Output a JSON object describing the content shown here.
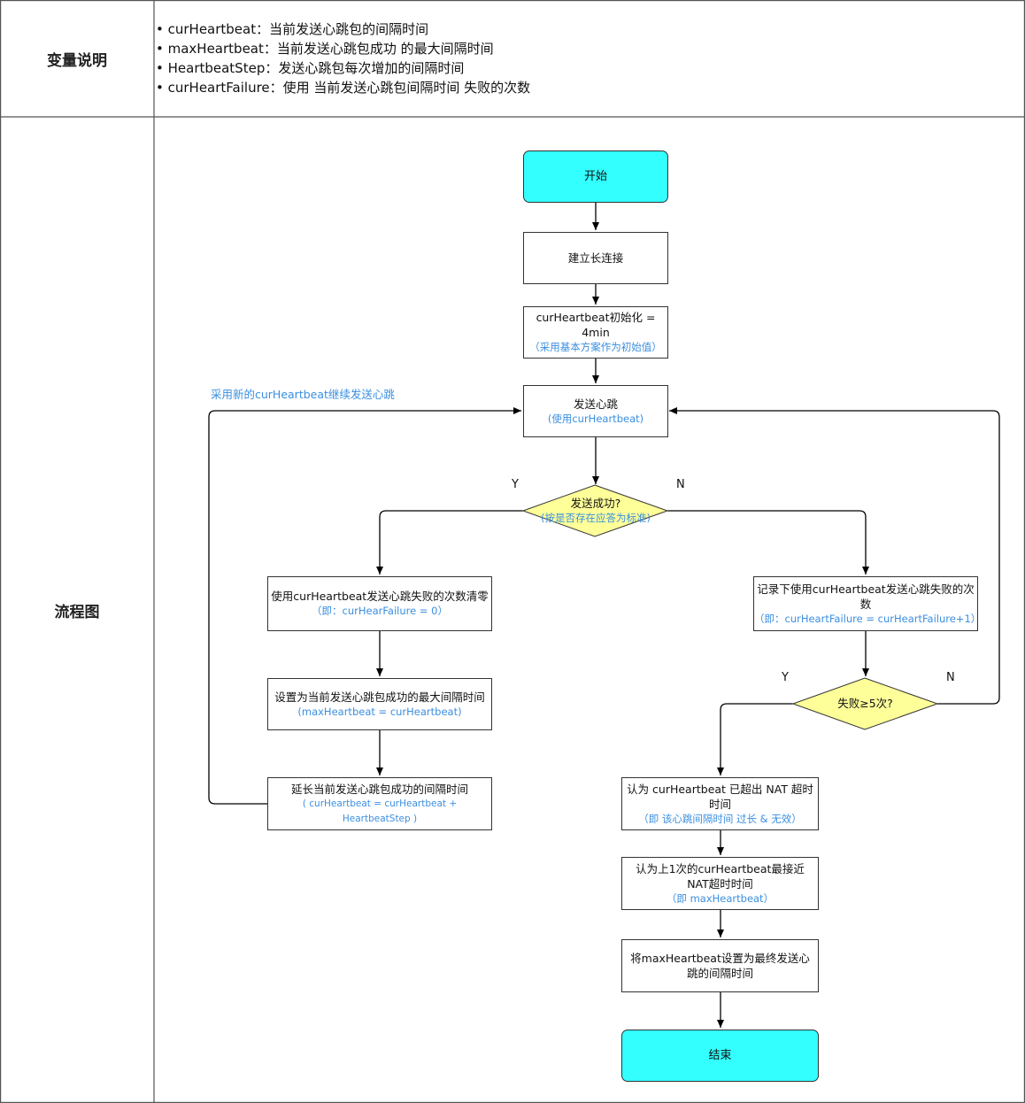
{
  "sections": {
    "variables_label": "变量说明",
    "flowchart_label": "流程图"
  },
  "variables": [
    "• curHeartbeat：当前发送心跳包的间隔时间",
    "• maxHeartbeat：当前发送心跳包成功 的最大间隔时间",
    "• HeartbeatStep：发送心跳包每次增加的间隔时间",
    "• curHeartFailure：使用 当前发送心跳包间隔时间 失败的次数"
  ],
  "nodes": {
    "start": "开始",
    "connect": "建立长连接",
    "init": {
      "main": "curHeartbeat初始化 = 4min",
      "note": "（采用基本方案作为初始值）"
    },
    "send": {
      "main": "发送心跳",
      "note": "(使用curHeartbeat)"
    },
    "decision_success": {
      "main": "发送成功?",
      "note": "(按是否存在应答为标准)"
    },
    "reset_fail": {
      "main": "使用curHeartbeat发送心跳失败的次数清零",
      "note": "（即：curHearFailure = 0）"
    },
    "set_max": {
      "main": "设置为当前发送心跳包成功的最大间隔时间",
      "note": "(maxHeartbeat = curHeartbeat)"
    },
    "extend": {
      "main": "延长当前发送心跳包成功的间隔时间",
      "note": "( curHeartbeat = curHeartbeat + HeartbeatStep )"
    },
    "record_fail": {
      "main": "记录下使用curHeartbeat发送心跳失败的次数",
      "note": "（即：curHeartFailure = curHeartFailure+1）"
    },
    "decision_fail": {
      "main": "失败≥5次?"
    },
    "exceed_nat": {
      "main": "认为 curHeartbeat 已超出 NAT 超时时间",
      "note": "（即 该心跳间隔时间 过长 & 无效）"
    },
    "closest_nat": {
      "main": "认为上1次的curHeartbeat最接近NAT超时时间",
      "note": "（即 maxHeartbeat）"
    },
    "set_final": {
      "main": "将maxHeartbeat设置为最终发送心跳的间隔时间"
    },
    "end": "结束"
  },
  "edge_labels": {
    "success_yes": "Y",
    "success_no": "N",
    "fail_yes": "Y",
    "fail_no": "N",
    "loop_back": "采用新的curHeartbeat继续发送心跳"
  },
  "colors": {
    "terminal": "#33ffff",
    "decision": "#ffff99",
    "note": "#3b8fe0",
    "line": "#000000"
  }
}
